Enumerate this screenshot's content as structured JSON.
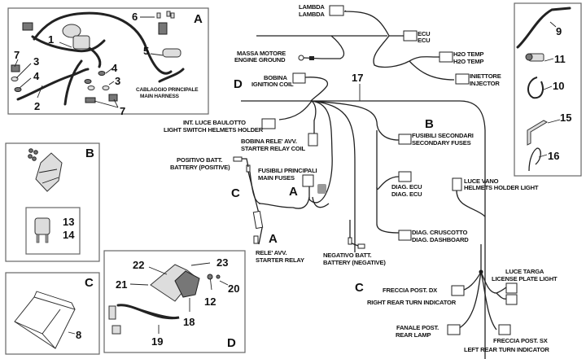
{
  "diagram": {
    "harness_reference": "17",
    "connectors": {
      "lambda": [
        "LAMBDA",
        "LAMBDA"
      ],
      "ecu": [
        "ECU",
        "ECU"
      ],
      "engine_ground": [
        "MASSA MOTORE",
        "ENGINE GROUND"
      ],
      "h2o_temp": [
        "H2O TEMP",
        "H2O TEMP"
      ],
      "injector": [
        "INIETTORE",
        "INJECTOR"
      ],
      "ignition_coil": [
        "BOBINA",
        "IGNITION COIL"
      ],
      "light_switch_helmets_holder": [
        "INT. LUCE BAULOTTO",
        "LIGHT SWITCH HELMETS HOLDER"
      ],
      "starter_relay_coil": [
        "BOBINA RELE' AVV.",
        "STARTER RELAY COIL"
      ],
      "battery_positive": [
        "POSITIVO BATT.",
        "BATTERY (POSITIVE)"
      ],
      "main_fuses": [
        "FUSIBILI PRINCIPALI",
        "MAIN FUSES"
      ],
      "secondary_fuses": [
        "FUSIBILI SECONDARI",
        "SECONDARY FUSES"
      ],
      "diag_ecu": [
        "DIAG. ECU",
        "DIAG. ECU"
      ],
      "helmets_holder_light": [
        "LUCE VANO",
        "HELMETS HOLDER LIGHT"
      ],
      "diag_dashboard": [
        "DIAG. CRUSCOTTO",
        "DIAG. DASHBOARD"
      ],
      "starter_relay": [
        "RELE' AVV.",
        "STARTER RELAY"
      ],
      "battery_negative": [
        "NEGATIVO BATT.",
        "BATTERY (NEGATIVE)"
      ],
      "license_plate_light": [
        "LUCE TARGA",
        "LICENSE PLATE LIGHT"
      ],
      "right_rear_turn_indicator": [
        "FRECCIA POST. DX",
        "RIGHT REAR TURN INDICATOR"
      ],
      "rear_lamp": [
        "FANALE POST.",
        "REAR LAMP"
      ],
      "left_rear_turn_indicator": [
        "FRECCIA POST. SX",
        "LEFT REAR TURN INDICATOR"
      ]
    },
    "zone_letters": {
      "d_ignition": "D",
      "b_fuses": "B",
      "c_battery_pos": "C",
      "a_main_fuses": "A",
      "a_starter_relay": "A",
      "c_rear": "C"
    }
  },
  "panels": {
    "A": {
      "letter": "A",
      "caption": [
        "CABLAGGIO PRINCIPALE",
        "MAIN HARNESS"
      ],
      "callouts": [
        "1",
        "2",
        "3",
        "3",
        "4",
        "4",
        "5",
        "6",
        "7",
        "7"
      ]
    },
    "B": {
      "letter": "B",
      "callouts": [
        "13",
        "14"
      ]
    },
    "C": {
      "letter": "C",
      "callouts": [
        "8"
      ]
    },
    "D": {
      "letter": "D",
      "callouts": [
        "12",
        "18",
        "19",
        "20",
        "21",
        "22",
        "23"
      ]
    },
    "right": {
      "callouts": [
        "9",
        "11",
        "10",
        "15",
        "16"
      ]
    }
  }
}
